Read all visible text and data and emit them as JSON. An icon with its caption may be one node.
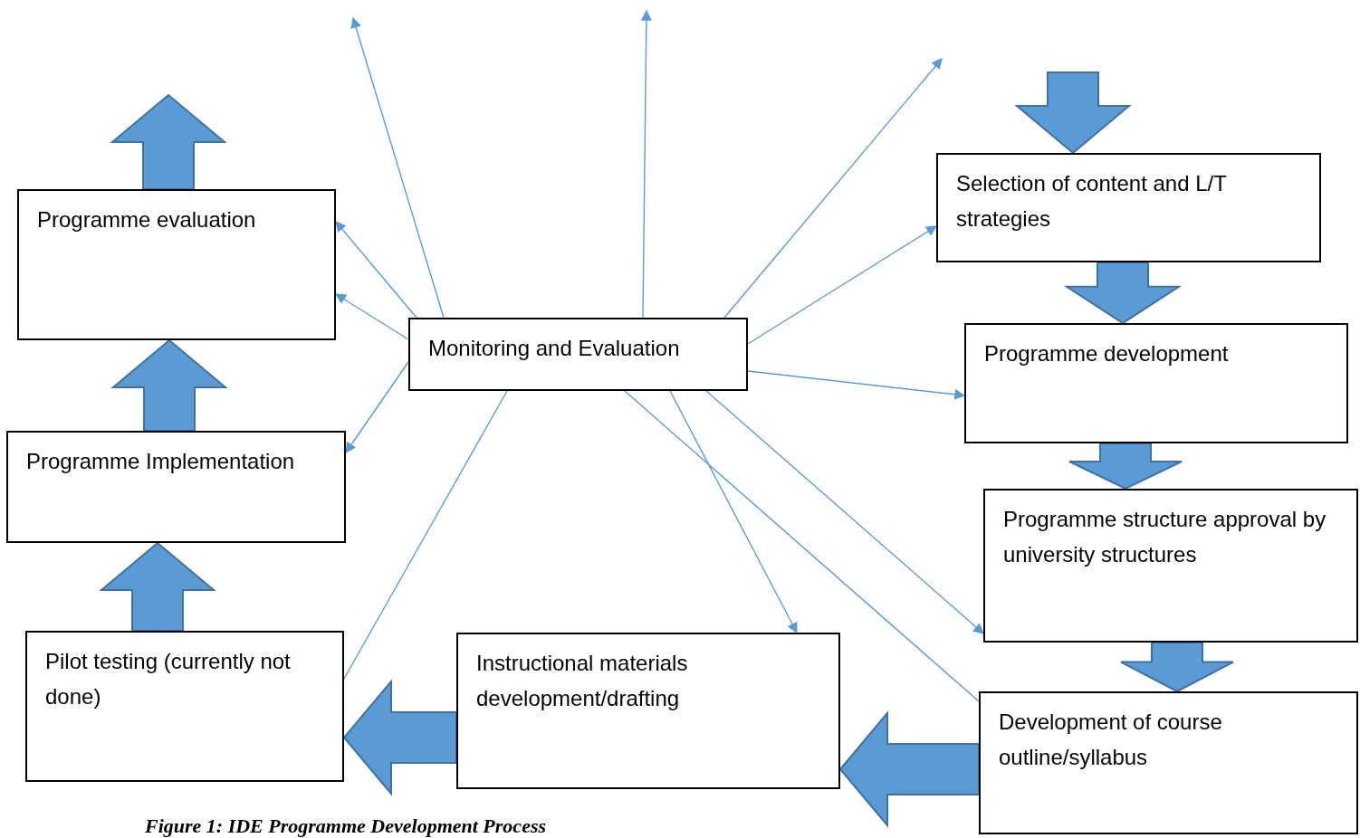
{
  "diagram": {
    "caption": "Figure 1: IDE Programme Development Process",
    "nodes": [
      {
        "text": [
          "Programme evaluation"
        ]
      },
      {
        "text": [
          "Programme Implementation"
        ]
      },
      {
        "text": [
          "Pilot testing (currently not done)"
        ]
      },
      {
        "text": [
          "Instructional materials development/drafting"
        ]
      },
      {
        "text": [
          "Monitoring and Evaluation"
        ]
      },
      {
        "text": [
          "Selection of content and L/T strategies"
        ]
      },
      {
        "text": [
          "Programme development"
        ]
      },
      {
        "text": [
          "Programme structure approval by university structures"
        ]
      },
      {
        "text": [
          "Development of course outline/syllabus"
        ]
      }
    ],
    "edges": [
      {
        "from": null,
        "to": 5,
        "arrow": "to",
        "style": "thick"
      },
      {
        "from": 5,
        "to": 6,
        "arrow": "to",
        "style": "thick"
      },
      {
        "from": 6,
        "to": 7,
        "arrow": "to",
        "style": "thick"
      },
      {
        "from": 7,
        "to": 8,
        "arrow": "to",
        "style": "thick"
      },
      {
        "from": 8,
        "to": 3,
        "arrow": "to",
        "style": "thick"
      },
      {
        "from": 3,
        "to": 2,
        "arrow": "to",
        "style": "thick"
      },
      {
        "from": 2,
        "to": 1,
        "arrow": "to",
        "style": "thick"
      },
      {
        "from": 1,
        "to": 0,
        "arrow": "to",
        "style": "thick"
      },
      {
        "from": 0,
        "to": null,
        "arrow": "to",
        "style": "thick"
      },
      {
        "from": 4,
        "to": null,
        "arrow": "to"
      },
      {
        "from": 4,
        "to": null,
        "arrow": "to"
      },
      {
        "from": 4,
        "to": null,
        "arrow": "to"
      },
      {
        "from": 4,
        "to": 5,
        "arrow": "to"
      },
      {
        "from": 4,
        "to": 6,
        "arrow": "to"
      },
      {
        "from": 4,
        "to": 7,
        "arrow": "to"
      },
      {
        "from": 4,
        "to": 8,
        "arrow": "none"
      },
      {
        "from": 4,
        "to": 3,
        "arrow": "to"
      },
      {
        "from": 4,
        "to": 2,
        "arrow": "none"
      },
      {
        "from": 4,
        "to": 1,
        "arrow": "to"
      },
      {
        "from": 4,
        "to": 0,
        "arrow": "to"
      },
      {
        "from": 4,
        "to": 0,
        "arrow": "to"
      }
    ]
  }
}
